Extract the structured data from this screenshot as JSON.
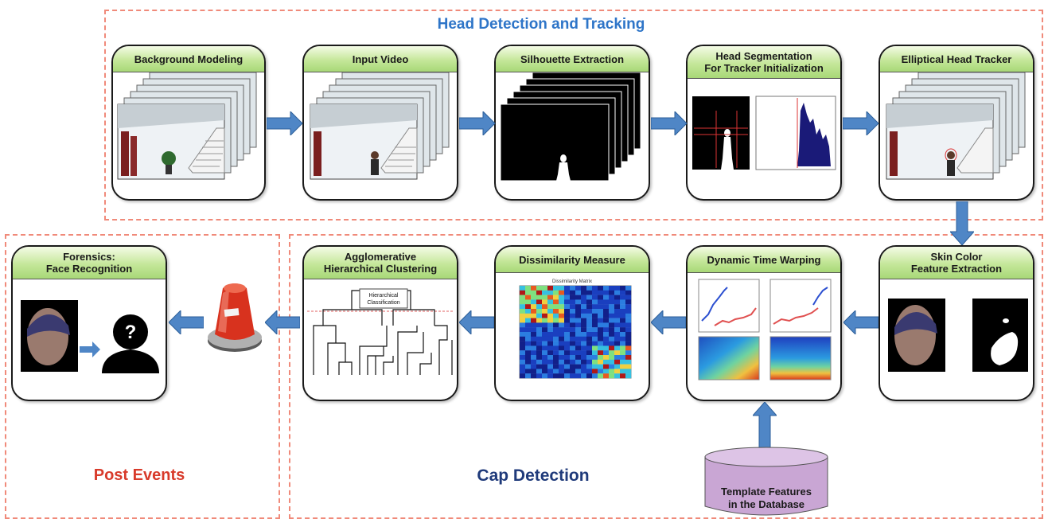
{
  "regions": {
    "head_tracking": {
      "title": "Head Detection and Tracking",
      "title_color": "#2e75c8"
    },
    "post_events": {
      "title": "Post Events",
      "title_color": "#d83a2a"
    },
    "cap_detection": {
      "title": "Cap Detection",
      "title_color": "#1f3a7a"
    }
  },
  "boxes": {
    "background_modeling": "Background Modeling",
    "input_video": "Input Video",
    "silhouette_extraction": "Silhouette Extraction",
    "head_segmentation": "Head Segmentation\nFor Tracker Initialization",
    "elliptical_head_tracker": "Elliptical Head Tracker",
    "skin_color": "Skin Color\nFeature Extraction",
    "dynamic_time_warping": "Dynamic Time Warping",
    "dissimilarity_measure": "Dissimilarity Measure",
    "agglomerative_clustering": "Agglomerative\nHierarchical Clustering",
    "forensics": "Forensics:\nFace Recognition"
  },
  "dendrogram_label": "Hierarchical\nClassification",
  "matrix_title": "Dissimilarity Matrix",
  "question_mark": "?",
  "database": {
    "label": "Template Features\nin the Database"
  },
  "colors": {
    "arrow": "#4f86c6",
    "header_green": "#a8d877",
    "database": "#c9a6d4",
    "histogram": "#1a1a78",
    "siren": "#d8321e"
  }
}
